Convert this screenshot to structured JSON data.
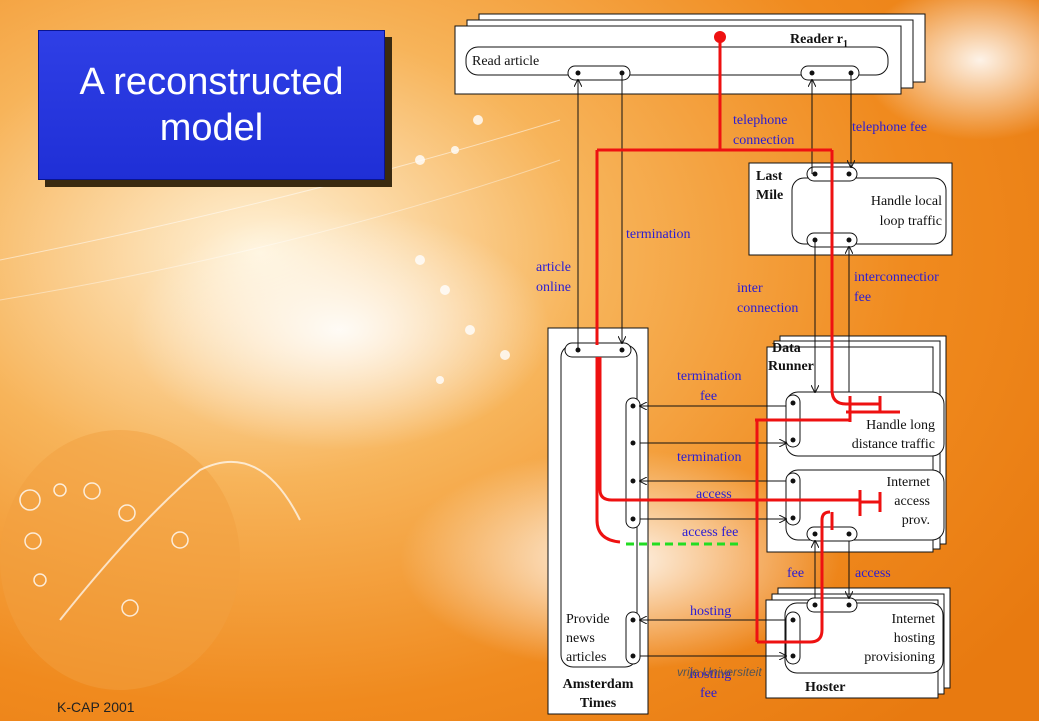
{
  "slide": {
    "title": "A reconstructed model",
    "footer": "K-CAP 2001",
    "watermark": "vrije Universiteit"
  },
  "actors": {
    "reader": {
      "name": "Reader r",
      "subscript": "1",
      "activity": "Read article"
    },
    "last_mile": {
      "name_line1": "Last",
      "name_line2": "Mile",
      "activity_line1": "Handle local",
      "activity_line2": "loop traffic"
    },
    "data_runner": {
      "name_line1": "Data",
      "name_line2": "Runner",
      "activity1_line1": "Handle long",
      "activity1_line2": "distance traffic",
      "activity2_line1": "Internet",
      "activity2_line2": "access",
      "activity2_line3": "prov."
    },
    "amsterdam_times": {
      "name_line1": "Amsterdam",
      "name_line2": "Times",
      "activity_line1": "Provide",
      "activity_line2": "news",
      "activity_line3": "articles"
    },
    "hoster": {
      "name": "Hoster",
      "activity_line1": "Internet",
      "activity_line2": "hosting",
      "activity_line3": "provisioning"
    }
  },
  "value_objects": {
    "telephone_connection_1": "telephone",
    "telephone_connection_2": "connection",
    "telephone_fee": "telephone fee",
    "termination_top": "termination",
    "article_online_1": "article",
    "article_online_2": "online",
    "inter_connection_1": "inter",
    "inter_connection_2": "connection",
    "interconnection_fee_1": "interconnectior",
    "interconnection_fee_2": "fee",
    "termination_fee_1": "termination",
    "termination_fee_2": "fee",
    "termination_mid": "termination",
    "access": "access",
    "access_fee": "access fee",
    "fee": "fee",
    "access_hoster": "access",
    "hosting": "hosting",
    "hosting_fee_1": "hosting",
    "hosting_fee_2": "fee"
  },
  "colors": {
    "scenario_path": "#ee1111",
    "dashed_path": "#22dd22",
    "label_blue": "#2a1cd4",
    "title_box": "#2233e0"
  }
}
